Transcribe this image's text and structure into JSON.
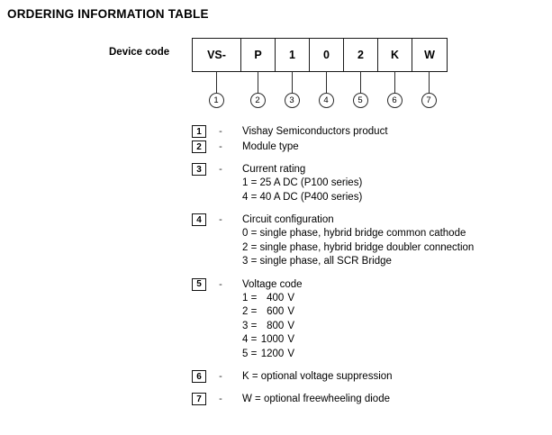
{
  "page_title": "ORDERING INFORMATION TABLE",
  "device_code": {
    "label": "Device code",
    "cells": [
      {
        "text": "VS-",
        "marker": "1"
      },
      {
        "text": "P",
        "marker": "2"
      },
      {
        "text": "1",
        "marker": "3"
      },
      {
        "text": "0",
        "marker": "4"
      },
      {
        "text": "2",
        "marker": "5"
      },
      {
        "text": "K",
        "marker": "6"
      },
      {
        "text": "W",
        "marker": "7"
      }
    ]
  },
  "legend": {
    "dash": "-",
    "items": [
      {
        "marker": "1",
        "title": "Vishay Semiconductors product",
        "sub": []
      },
      {
        "marker": "2",
        "title": "Module type",
        "sub": []
      },
      {
        "marker": "3",
        "title": "Current rating",
        "sub": [
          "1 = 25 A DC (P100 series)",
          "4 = 40 A DC (P400 series)"
        ]
      },
      {
        "marker": "4",
        "title": "Circuit configuration",
        "sub": [
          "0 = single phase, hybrid bridge common cathode",
          "2 = single phase, hybrid bridge doubler connection",
          "3 = single phase, all SCR Bridge"
        ]
      },
      {
        "marker": "5",
        "title": "Voltage code",
        "voltage_rows": [
          {
            "key": "1 =",
            "value": "400",
            "unit": "V"
          },
          {
            "key": "2 =",
            "value": "600",
            "unit": "V"
          },
          {
            "key": "3 =",
            "value": "800",
            "unit": "V"
          },
          {
            "key": "4 =",
            "value": "1000",
            "unit": "V"
          },
          {
            "key": "5 =",
            "value": "1200",
            "unit": "V"
          }
        ],
        "sub": []
      },
      {
        "marker": "6",
        "title": "K = optional voltage suppression",
        "sub": []
      },
      {
        "marker": "7",
        "title": "W = optional freewheeling diode",
        "sub": []
      }
    ]
  }
}
